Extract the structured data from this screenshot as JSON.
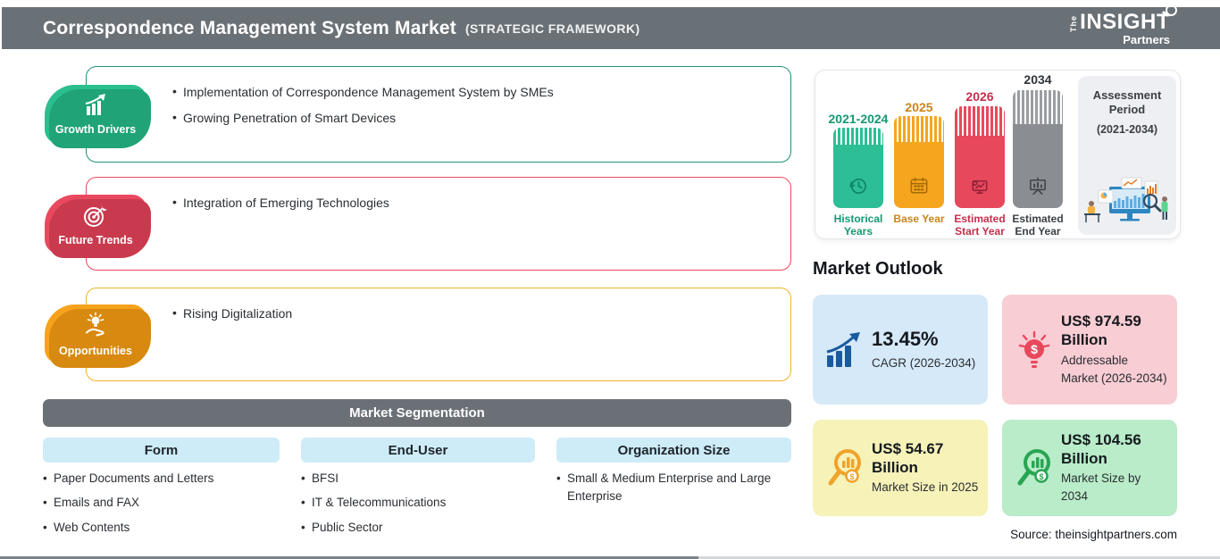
{
  "header": {
    "title": "Correspondence Management System Market",
    "subtitle": "(STRATEGIC FRAMEWORK)",
    "logo": {
      "the": "The",
      "insight": "INSIGHT",
      "partners": "Partners"
    }
  },
  "colors": {
    "header_bg": "#6A7176",
    "growth_green": "#2BBE8E",
    "trends_red": "#E9495E",
    "opportunities_orange": "#F6A21D",
    "segmentation_bar_bg": "#6B7077",
    "column_header_bg": "#CDECF7",
    "card_blue_bg": "#D6E9F8",
    "card_pink_bg": "#F8CDD3",
    "card_yellow_bg": "#F6F2B8",
    "card_green_bg": "#B9ECC8",
    "cagr_icon_blue": "#1A5A9E",
    "timeline_green": "#2DBE96",
    "timeline_orange": "#F6A51F",
    "timeline_red": "#E8485C",
    "timeline_gray": "#8A8D91"
  },
  "sections": [
    {
      "label": "Growth Drivers",
      "icon": "bar-chart-growth-icon",
      "bullets": [
        "Implementation of Correspondence Management System by SMEs",
        "Growing Penetration of Smart Devices"
      ]
    },
    {
      "label": "Future Trends",
      "icon": "target-dart-icon",
      "bullets": [
        "Integration of Emerging Technologies"
      ]
    },
    {
      "label": "Opportunities",
      "icon": "bulb-hand-icon",
      "bullets": [
        "Rising Digitalization"
      ]
    }
  ],
  "timeline": {
    "bars": [
      {
        "year": "2021-2024",
        "label": "Historical Years",
        "icon": "history-clock-icon"
      },
      {
        "year": "2025",
        "label": "Base Year",
        "icon": "calendar-icon"
      },
      {
        "year": "2026",
        "label": "Estimated Start Year",
        "icon": "monitor-chart-icon"
      },
      {
        "year": "2034",
        "label": "Estimated End Year",
        "icon": "presentation-screen-icon"
      }
    ],
    "assessment": {
      "title": "Assessment Period",
      "range": "(2021-2034)",
      "illustration": "analytics-illustration"
    }
  },
  "market_outlook": {
    "heading": "Market Outlook",
    "cards": [
      {
        "value": "13.45%",
        "caption": "CAGR (2026-2034)",
        "icon": "cagr-bar-arrow-icon"
      },
      {
        "value": "US$ 974.59 Billion",
        "caption": "Addressable Market (2026-2034)",
        "icon": "bulb-dollar-icon"
      },
      {
        "value": "US$ 54.67 Billion",
        "caption": "Market Size in 2025",
        "icon": "magnifier-chart-icon"
      },
      {
        "value": "US$ 104.56 Billion",
        "caption": "Market Size by 2034",
        "icon": "magnifier-chart-icon"
      }
    ]
  },
  "segmentation": {
    "title": "Market Segmentation",
    "columns": [
      {
        "header": "Form",
        "items": [
          "Paper Documents and Letters",
          "Emails and FAX",
          "Web Contents"
        ]
      },
      {
        "header": "End-User",
        "items": [
          "BFSI",
          "IT & Telecommunications",
          "Public Sector"
        ]
      },
      {
        "header": "Organization Size",
        "items": [
          "Small & Medium Enterprise and Large Enterprise"
        ]
      }
    ]
  },
  "source": "Source: theinsightpartners.com"
}
